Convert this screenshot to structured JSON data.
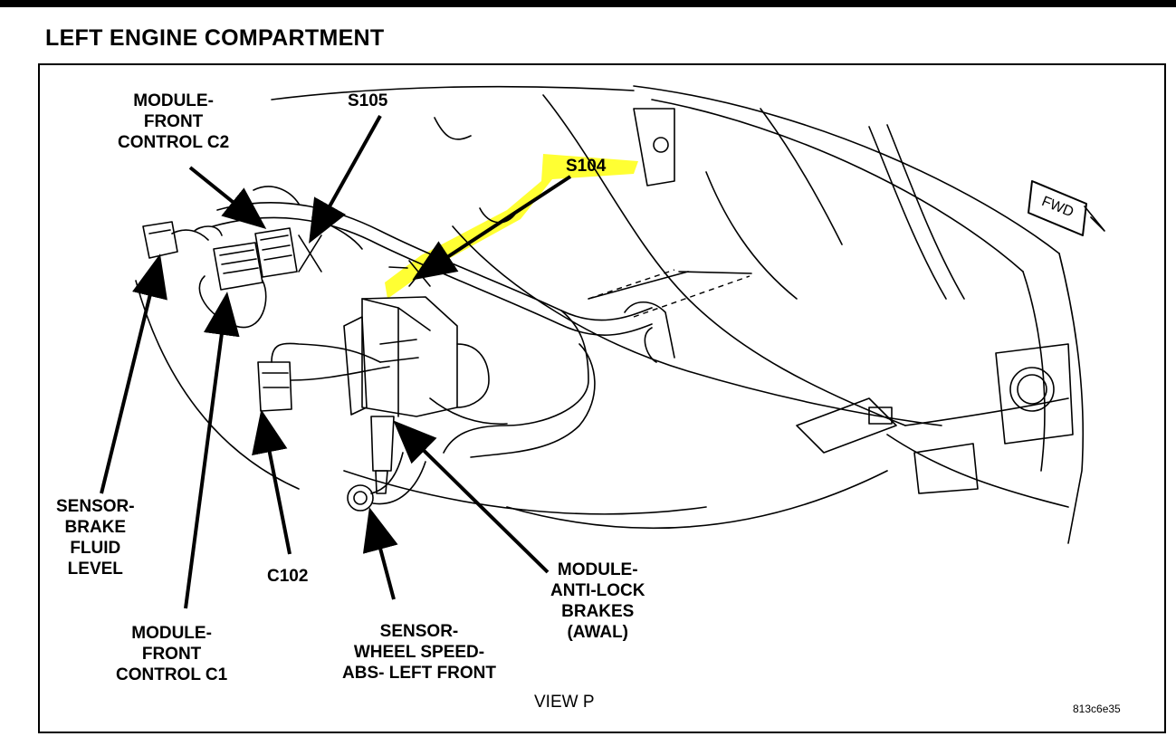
{
  "title": "LEFT ENGINE COMPARTMENT",
  "view_label": "VIEW P",
  "figure_code": "813c6e35",
  "fwd_label": "FWD",
  "highlight_color": "#ffff33",
  "labels": {
    "module_front_control_c2": [
      "MODULE-",
      "FRONT",
      "CONTROL C2"
    ],
    "s105": "S105",
    "s104": "S104",
    "sensor_brake_fluid_level": [
      "SENSOR-",
      "BRAKE",
      "FLUID",
      "LEVEL"
    ],
    "c102": "C102",
    "module_front_control_c1": [
      "MODULE-",
      "FRONT",
      "CONTROL C1"
    ],
    "sensor_wheel_speed_abs_left_front": [
      "SENSOR-",
      "WHEEL SPEED-",
      "ABS- LEFT FRONT"
    ],
    "module_anti_lock_brakes_awal": [
      "MODULE-",
      "ANTI-LOCK",
      "BRAKES",
      "(AWAL)"
    ]
  }
}
